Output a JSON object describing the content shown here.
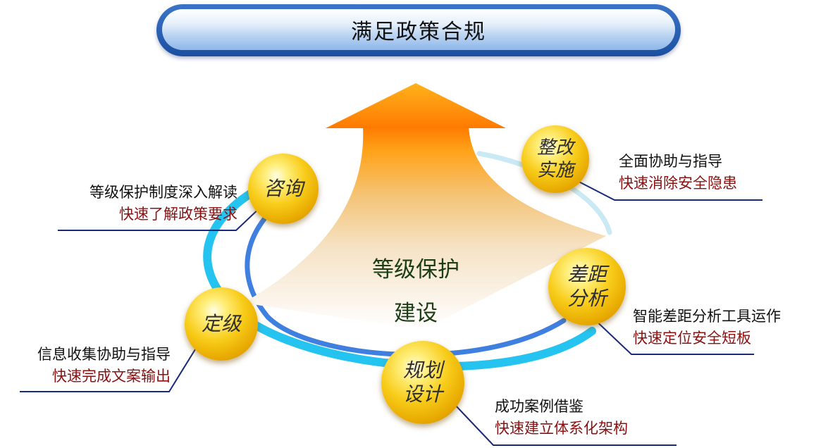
{
  "banner": {
    "title": "满足政策合规"
  },
  "center": {
    "line1": "等级保护",
    "line2": "建设"
  },
  "nodes": {
    "consult": "咨询",
    "rectify": "整改\n实施",
    "gap": "差距\n分析",
    "grading": "定级",
    "plan": "规划\n设计"
  },
  "notes": {
    "consult": {
      "line1": "等级保护制度深入解读",
      "line2": "快速了解政策要求"
    },
    "rectify": {
      "line1": "全面协助与指导",
      "line2": "快速消除安全隐患"
    },
    "gap": {
      "line1": "智能差距分析工具运作",
      "line2": "快速定位安全短板"
    },
    "grading": {
      "line1": "信息收集协助与指导",
      "line2": "快速完成文案输出"
    },
    "plan": {
      "line1": "成功案例借鉴",
      "line2": "快速建立体系化架构"
    }
  },
  "colors": {
    "banner_border": "#1c4fa0",
    "ring_outer": "#25c4f0",
    "ring_inner": "#3f7fe0",
    "arrow_orange": "#ff8a00",
    "node_gold": "#f8cc1a",
    "note_accent": "#8b1010",
    "callout_line": "#1a2a7a"
  }
}
